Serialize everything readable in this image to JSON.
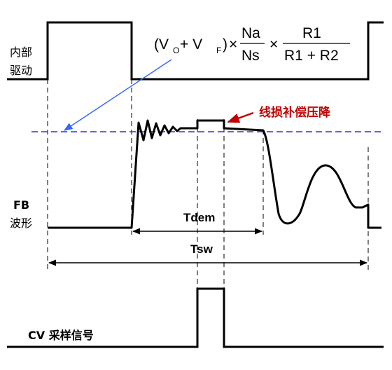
{
  "labels": {
    "internal_drive_line1": "内部",
    "internal_drive_line2": "驱动",
    "fb_line1": "FB",
    "fb_line2": "波形",
    "cv_sampling": "CV 采样信号",
    "line_loss": "线损补偿压降",
    "tdem": "Tdem",
    "tsw": "Tsw"
  },
  "formula": {
    "open": "(V",
    "vo_sub": "O",
    "plus": " + V",
    "vf_sub": "F",
    "close": ")",
    "times1": "×",
    "na": "Na",
    "ns": "Ns",
    "times2": "×",
    "r1": "R1",
    "r1r2": "R1 + R2"
  },
  "colors": {
    "signal": "#000000",
    "reference_dash": "#3333cc",
    "pointer": "#3366ff",
    "annotation": "#c00000"
  }
}
